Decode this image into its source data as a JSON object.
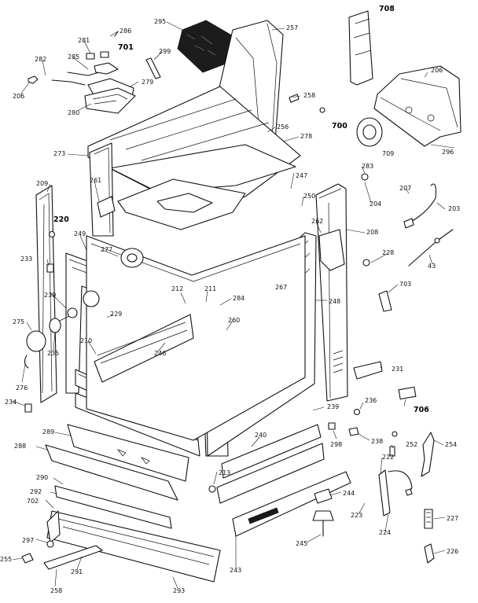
{
  "labels": {
    "l286": "286",
    "l281": "281",
    "l701": "701",
    "l285": "285",
    "l282": "282",
    "l299": "299",
    "l279": "279",
    "l280": "280",
    "l295": "295",
    "l257": "257",
    "l708a": "708",
    "l206": "206",
    "l206b": "206",
    "l258": "258",
    "l700": "700",
    "l709": "709",
    "l296": "296",
    "l256": "256",
    "l278": "278",
    "l273": "273",
    "l283": "283",
    "l204": "204",
    "l207": "207",
    "l203": "203",
    "l209": "209",
    "l261": "261",
    "l247": "247",
    "l250": "250",
    "l220": "220",
    "l262": "262",
    "l208": "208",
    "l43": "43",
    "l233": "233",
    "l249": "249",
    "l277": "277",
    "l228": "228",
    "l267": "267",
    "l212": "212",
    "l211": "211",
    "l284": "284",
    "l703": "703",
    "l230": "230",
    "l229": "229",
    "l248": "248",
    "l275": "275",
    "l260": "260",
    "l210": "210",
    "l246": "246",
    "l235": "235",
    "l231": "231",
    "l276": "276",
    "l234": "234",
    "l236": "236",
    "l706": "706",
    "l239": "239",
    "l289": "289",
    "l298": "298",
    "l238": "238",
    "l240": "240",
    "l288": "288",
    "l252": "252",
    "l254": "254",
    "l222": "222",
    "l290": "290",
    "l213": "213",
    "l292": "292",
    "l244": "244",
    "l702": "702",
    "l223": "223",
    "l227": "227",
    "l224": "224",
    "l297": "297",
    "l245": "245",
    "l255": "255",
    "l243": "243",
    "l226": "226",
    "l291": "291",
    "l258b": "258",
    "l293": "293"
  }
}
